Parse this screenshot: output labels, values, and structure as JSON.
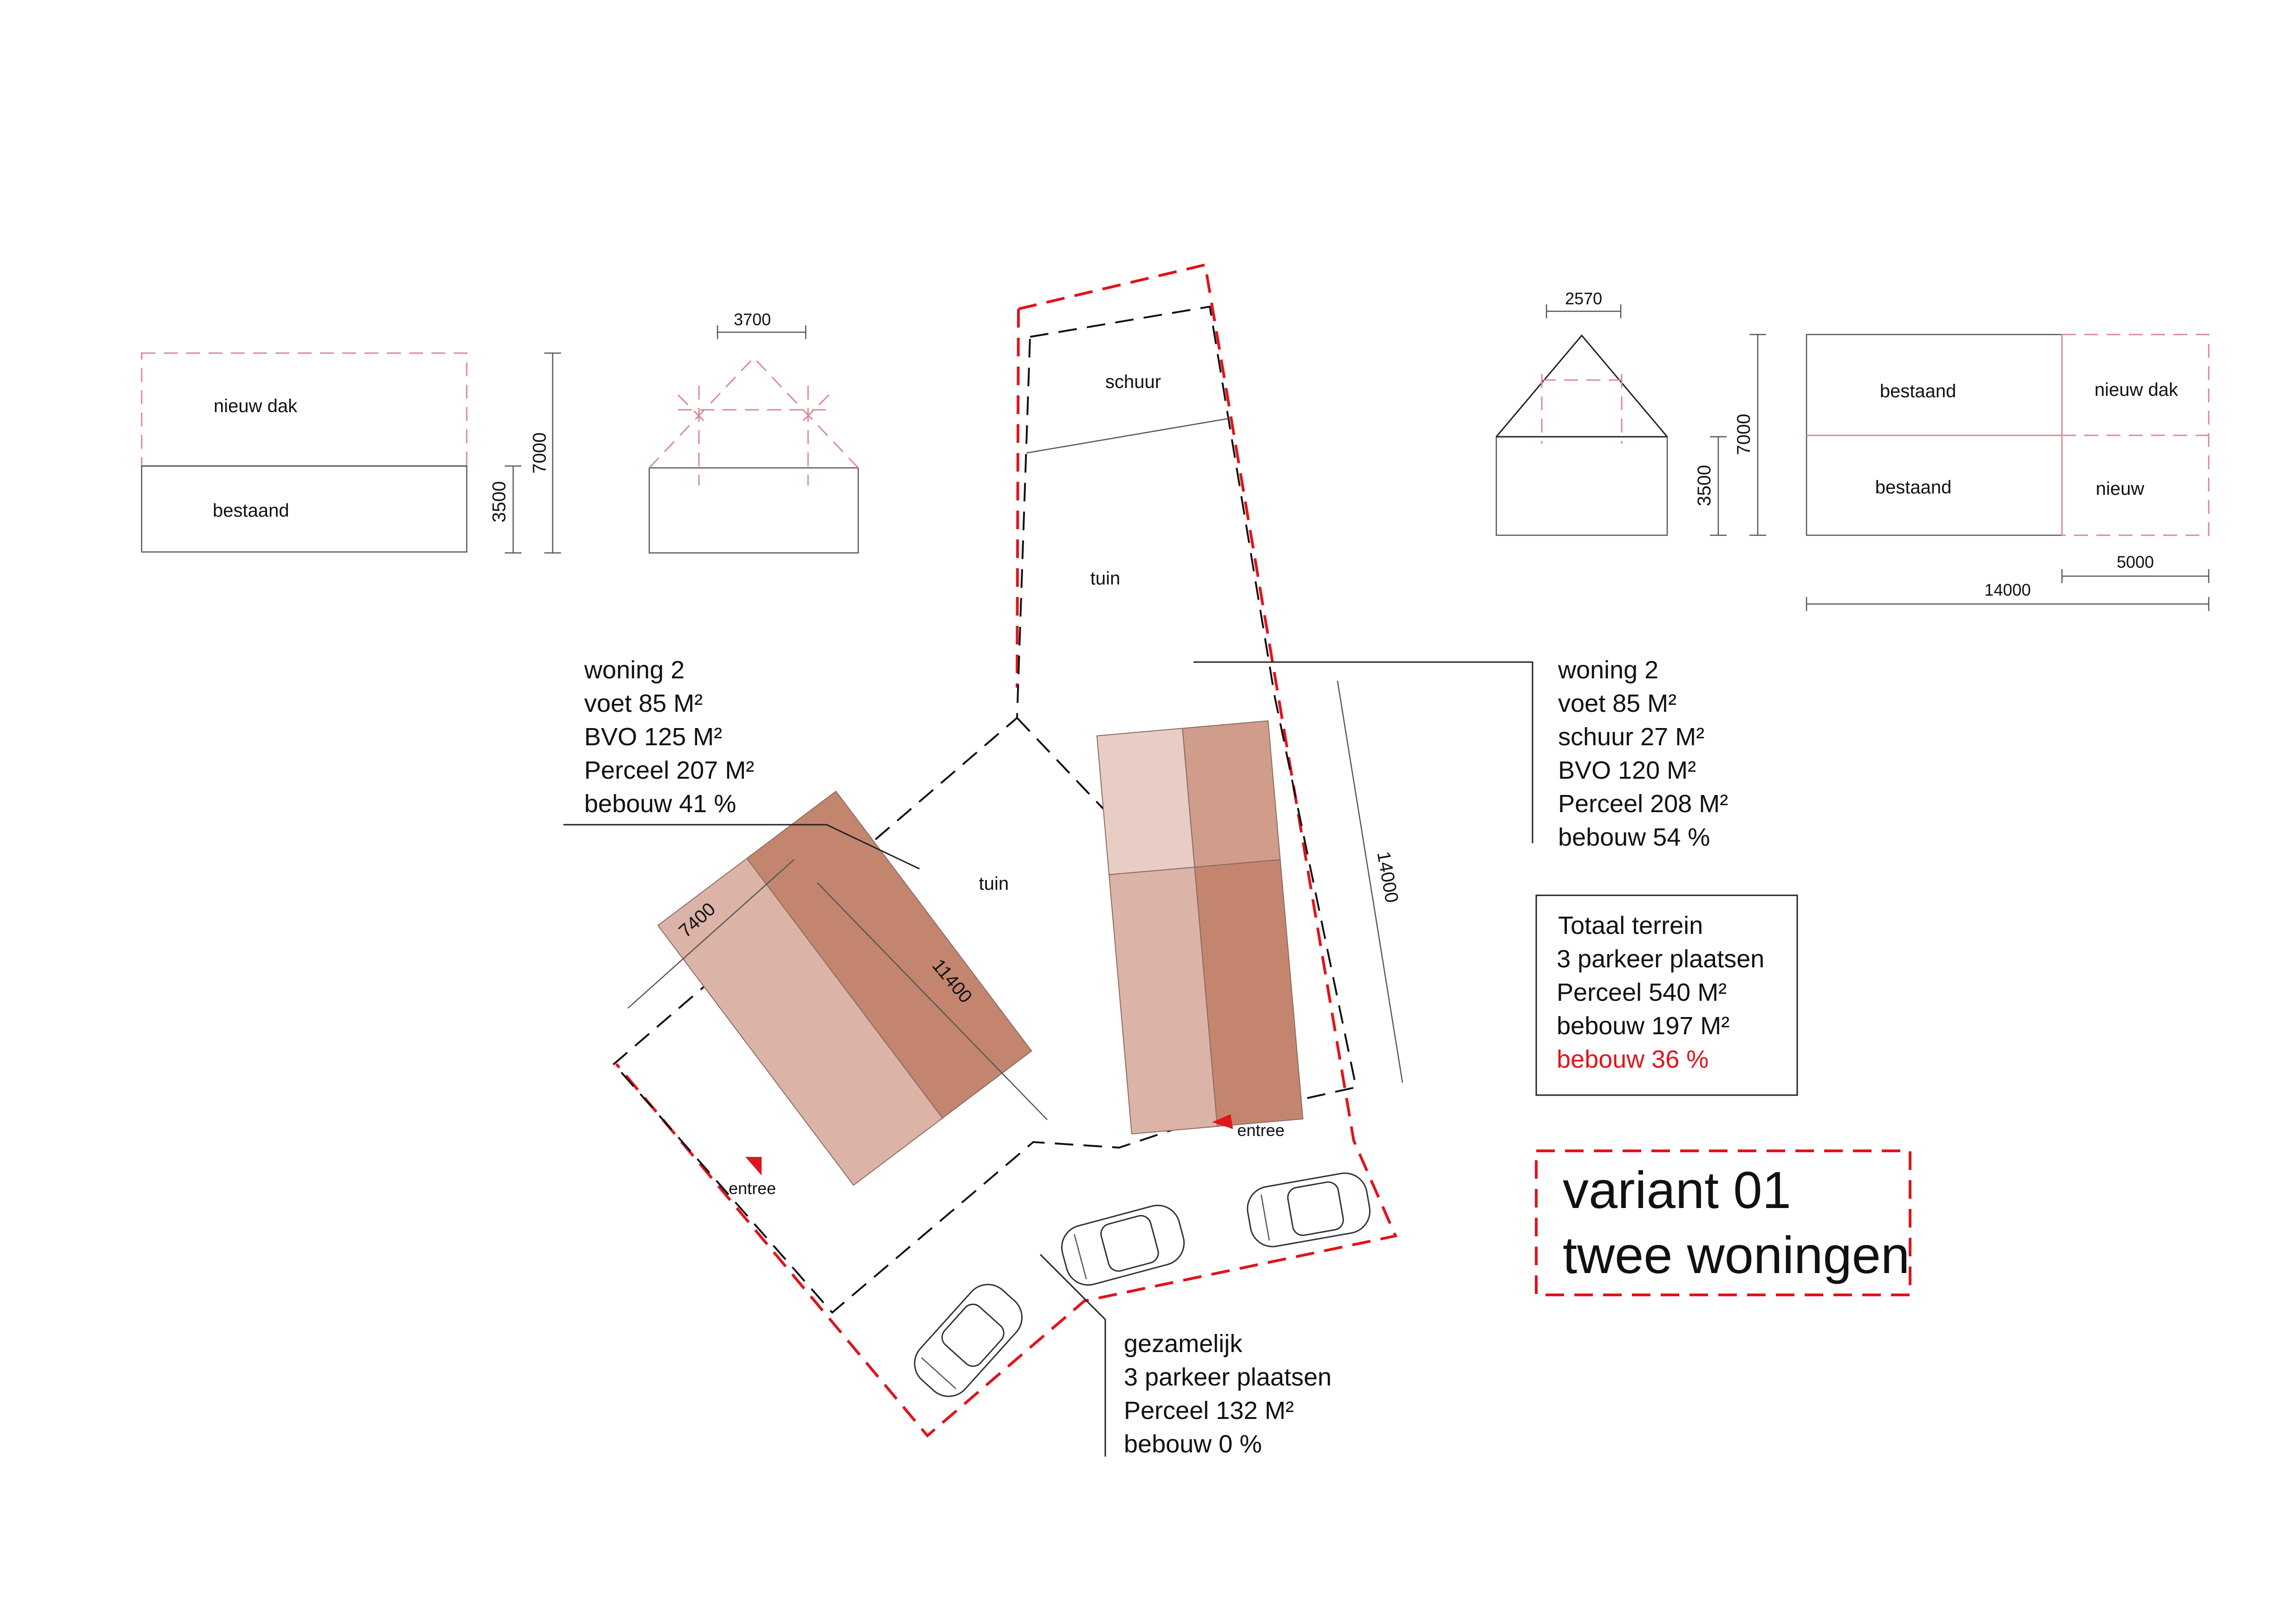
{
  "elevations": {
    "left_front": {
      "top_label": "nieuw dak",
      "bottom_label": "bestaand",
      "dim_height": "7000",
      "dim_lower": "3500"
    },
    "left_gable": {
      "dim_width": "3700"
    },
    "right_gable": {
      "dim_width": "2570",
      "dim_height": "7000",
      "dim_lower": "3500"
    },
    "right_plan": {
      "cells": [
        "bestaand",
        "nieuw dak",
        "bestaand",
        "nieuw"
      ],
      "dim_partial": "5000",
      "dim_total": "14000"
    }
  },
  "site": {
    "schuur_label": "schuur",
    "tuin_north_label": "tuin",
    "tuin_west_label": "tuin",
    "entree_left_label": "entree",
    "entree_right_label": "entree",
    "dim_left_width": "7400",
    "dim_left_length": "11400",
    "dim_right_length": "14000"
  },
  "info_blocks": {
    "woning_left": [
      "woning 2",
      "voet 85 M²",
      "BVO 125 M²",
      "Perceel 207 M²",
      "bebouw 41 %"
    ],
    "woning_right": [
      "woning 2",
      "voet 85 M²",
      "schuur 27 M²",
      "BVO 120 M²",
      "Perceel 208 M²",
      "bebouw 54 %"
    ],
    "gezamelijk": [
      "gezamelijk",
      "3 parkeer plaatsen",
      "Perceel 132 M²",
      "bebouw 0 %"
    ],
    "totaal": [
      "Totaal terrein",
      "3 parkeer plaatsen",
      "Perceel 540 M²",
      "bebouw 197 M²",
      "bebouw 36 %"
    ]
  },
  "title": {
    "line1": "variant 01",
    "line2": "twee woningen"
  },
  "colors": {
    "roof_dark": "#c4856f",
    "roof_mid": "#d09d8b",
    "roof_light": "#dcb3a7",
    "roof_pale": "#e8cdc5",
    "boundary_red": "#e0141c",
    "highlight_red": "#e0141c"
  }
}
